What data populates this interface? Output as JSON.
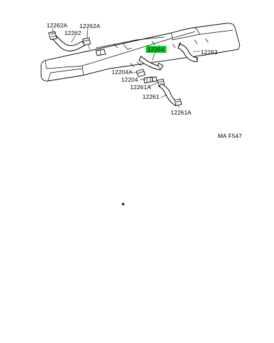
{
  "diagram": {
    "code": "MA F547",
    "highlight_color": "#00d21e",
    "parts": [
      {
        "id": "p-12262a-left",
        "number": "12262A"
      },
      {
        "id": "p-12262",
        "number": "12262"
      },
      {
        "id": "p-12262a-right",
        "number": "12262A"
      },
      {
        "id": "p-12264",
        "number": "12264",
        "highlighted": true
      },
      {
        "id": "p-12263",
        "number": "12263"
      },
      {
        "id": "p-12204a",
        "number": "12204A"
      },
      {
        "id": "p-12204",
        "number": "12204"
      },
      {
        "id": "p-12261a-upper",
        "number": "12261A"
      },
      {
        "id": "p-12261",
        "number": "12261"
      },
      {
        "id": "p-12261a-lower",
        "number": "12261A"
      }
    ],
    "stray_mark": "▲"
  }
}
